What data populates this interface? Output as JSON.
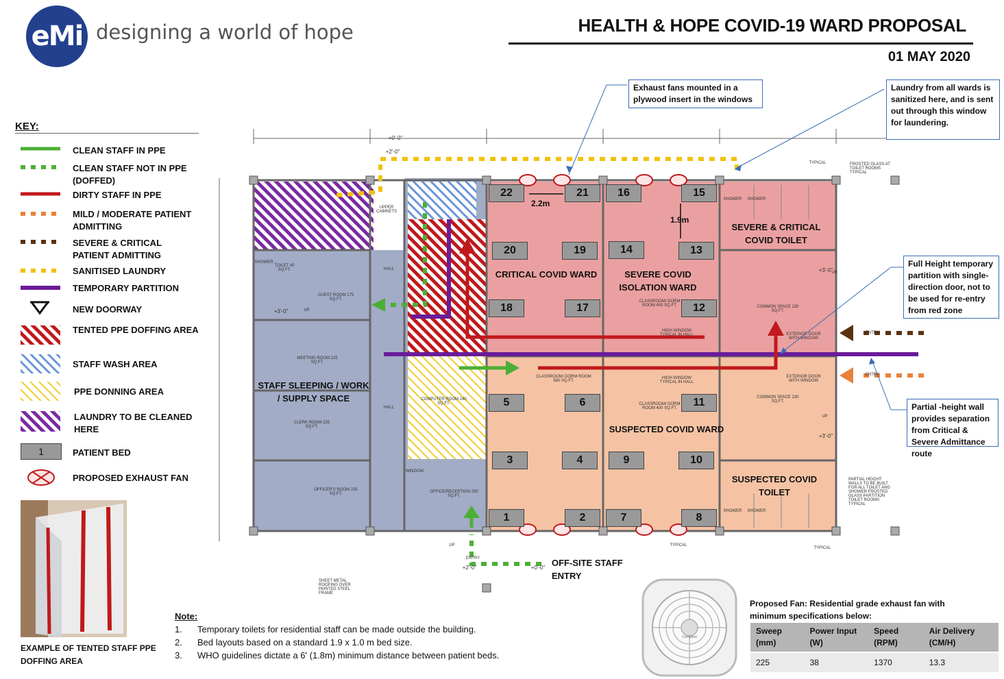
{
  "header": {
    "logo_text": "eMi",
    "tagline": "designing a world of hope",
    "title": "HEALTH & HOPE COVID-19 WARD PROPOSAL",
    "date": "01 MAY 2020"
  },
  "colors": {
    "clean_ppe": "#4caf35",
    "dirty_ppe": "#c0191c",
    "mild_patient": "#e8823a",
    "severe_patient": "#5a3210",
    "laundry": "#f2c10f",
    "partition": "#6a1b9a",
    "critical_zone": "#eaa0a0",
    "suspected_zone": "#f5c3a4",
    "staff_zone": "#a2acc6"
  },
  "key": {
    "title": "KEY:",
    "items": [
      {
        "label": "CLEAN STAFF IN PPE",
        "icon": "solid-green-line"
      },
      {
        "label": "CLEAN STAFF NOT IN PPE (DOFFED)",
        "icon": "dashed-green-line"
      },
      {
        "label": "DIRTY STAFF IN PPE",
        "icon": "solid-red-line"
      },
      {
        "label": "MILD / MODERATE PATIENT ADMITTING",
        "icon": "dashed-orange-line"
      },
      {
        "label": "SEVERE & CRITICAL PATIENT ADMITTING",
        "icon": "dashed-brown-line"
      },
      {
        "label": "SANITISED LAUNDRY",
        "icon": "dashed-yellow-line"
      },
      {
        "label": "TEMPORARY PARTITION",
        "icon": "solid-purple-line"
      },
      {
        "label": "NEW DOORWAY",
        "icon": "doorway-icon"
      },
      {
        "label": "TENTED PPE DOFFING AREA",
        "icon": "red-hatch"
      },
      {
        "label": "STAFF WASH AREA",
        "icon": "blue-hatch"
      },
      {
        "label": "PPE DONNING AREA",
        "icon": "yellow-hatch"
      },
      {
        "label": "LAUNDRY TO BE CLEANED HERE",
        "icon": "purple-hatch"
      },
      {
        "label": "PATIENT BED",
        "icon": "bed-icon",
        "sample": "1"
      },
      {
        "label": "PROPOSED EXHAUST FAN",
        "icon": "fan-icon"
      }
    ]
  },
  "callouts": {
    "exhaust": "Exhaust fans mounted in a plywood insert in the windows",
    "laundry": "Laundry from all wards is sanitized here, and is sent out through this window for laundering.",
    "partition_full": "Full Height temporary partition with single-direction door, not to be used for re-entry from red zone",
    "partition_partial": "Partial -height wall provides separation from Critical & Severe Admittance route"
  },
  "plan": {
    "wards": {
      "critical": "CRITICAL COVID WARD",
      "severe": "SEVERE COVID ISOLATION WARD",
      "severe_toilet": "SEVERE & CRITICAL COVID TOILET",
      "suspected": "SUSPECTED COVID WARD",
      "suspected_toilet": "SUSPECTED COVID TOILET",
      "staff": "STAFF SLEEPING / WORK / SUPPLY SPACE",
      "offsite": "OFF-SITE STAFF ENTRY"
    },
    "dimensions": {
      "bed_gap": "2.2m",
      "aisle": "1.9m"
    },
    "small_labels": {
      "guest": "GUEST ROOM 175 SQ.FT.",
      "meeting": "MEETING ROOM 225 SQ.FT.",
      "clerk": "CLERK ROOM 225 SQ.FT.",
      "officers": "OFFICER'S ROOM 225 SQ.FT.",
      "office": "OFFICE/RECEPTION 230 SQ.FT.",
      "computer": "COMPUTER ROOM 240 SQ.FT.",
      "classroom": "CLASSROOM/ DORM ROOM 400 SQ.FT.",
      "classroom2": "CLASSROOM/ DORM ROOM 580 SQ.FT.",
      "common": "COMMON SPACE 230 SQ.FT.",
      "hall": "HALL",
      "toilet": "TOILET 40 SQ.FT.",
      "shower": "SHOWER",
      "window": "WINDOW",
      "entry": "ENTRY",
      "up": "UP",
      "typical": "TYPICAL",
      "exterior_door": "EXTERIOR DOOR WITH WINDOW",
      "entry_right": "ENTRY",
      "high_window": "HIGH WINDOW TYPICAL IN HALL",
      "frosted": "FROSTED GLASS AT TOILET ROOMS TYPICAL",
      "partial_height": "PARTIAL HEIGHT WALLS TO BE BUILT FOR ALL TOILET AND SHOWER FROSTED GLASS PARTITION TOILET ROOMS TYPICAL",
      "sheet_metal": "SHEET METAL ROOFING OVER PAINTED STEEL FRAME",
      "upper_cabinets": "UPPER CABINETS",
      "level_plus3": "+3'-0\"",
      "level_plus2": "+2'-0\"",
      "level_0": "+0'-0\""
    },
    "beds": [
      {
        "n": "22"
      },
      {
        "n": "21"
      },
      {
        "n": "16"
      },
      {
        "n": "15"
      },
      {
        "n": "20"
      },
      {
        "n": "19"
      },
      {
        "n": "14"
      },
      {
        "n": "13"
      },
      {
        "n": "18"
      },
      {
        "n": "17"
      },
      {
        "n": "12"
      },
      {
        "n": "5"
      },
      {
        "n": "6"
      },
      {
        "n": "11"
      },
      {
        "n": "3"
      },
      {
        "n": "4"
      },
      {
        "n": "9"
      },
      {
        "n": "10"
      },
      {
        "n": "1"
      },
      {
        "n": "2"
      },
      {
        "n": "7"
      },
      {
        "n": "8"
      }
    ]
  },
  "photo": {
    "caption": "EXAMPLE OF TENTED STAFF PPE DOFFING AREA"
  },
  "notes": {
    "heading": "Note:",
    "items": [
      {
        "num": "1.",
        "text": "Temporary toilets for residential staff can be made outside the building."
      },
      {
        "num": "2.",
        "text": "Bed layouts based on a standard 1.9 x 1.0 m bed size."
      },
      {
        "num": "3.",
        "text": "WHO guidelines dictate a 6' (1.8m) minimum distance between patient beds."
      }
    ]
  },
  "fan": {
    "intro": "Proposed Fan: Residential grade exhaust fan with minimum specifications below:",
    "brand": "Crompton",
    "headers": [
      "Sweep (mm)",
      "Power Input (W)",
      "Speed (RPM)",
      "Air Delivery (CM/H)"
    ],
    "values": [
      "225",
      "38",
      "1370",
      "13.3"
    ]
  }
}
